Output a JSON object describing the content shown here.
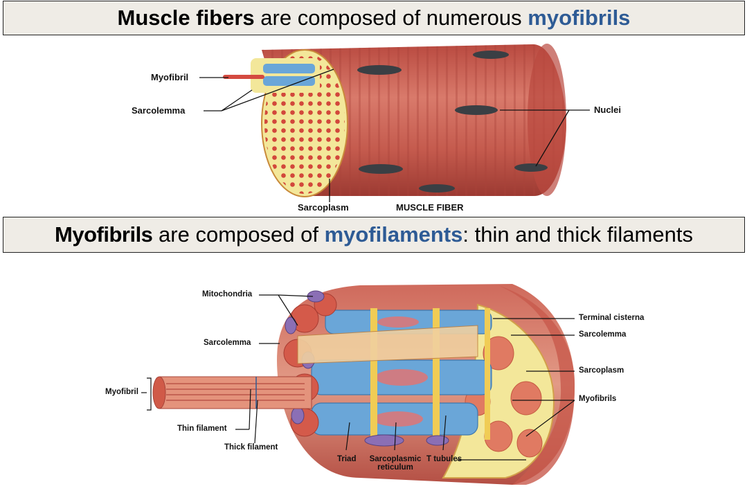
{
  "banner1": {
    "part1": "Muscle fibers",
    "part2": " are composed of numerous ",
    "part3": "myofibrils"
  },
  "banner2": {
    "part1": "Myofibrils",
    "part2": " are composed of ",
    "part3": "myofilaments",
    "part4": ": thin and thick filaments"
  },
  "fiber_labels": {
    "myofibril": "Myofibril",
    "sarcolemma": "Sarcolemma",
    "nuclei": "Nuclei",
    "sarcoplasm": "Sarcoplasm",
    "muscle_fiber": "MUSCLE FIBER"
  },
  "detail_labels": {
    "mitochondria": "Mitochondria",
    "sarcolemma_left": "Sarcolemma",
    "myofibril": "Myofibril",
    "thin_filament": "Thin filament",
    "thick_filament": "Thick filament",
    "triad": "Triad",
    "sarcoplasmic_1": "Sarcoplasmic",
    "sarcoplasmic_2": "reticulum",
    "t_tubules": "T tubules",
    "terminal_cisterna": "Terminal cisterna",
    "sarcolemma_right": "Sarcolemma",
    "sarcoplasm": "Sarcoplasm",
    "myofibrils": "Myofibrils"
  },
  "colors": {
    "banner_bg": "#efece6",
    "highlight": "#2e5b95",
    "muscle": "#c5574c",
    "sarcoplasm": "#f3e79a",
    "reticulum": "#6aa6d8",
    "nucleus": "#3a3f44"
  }
}
